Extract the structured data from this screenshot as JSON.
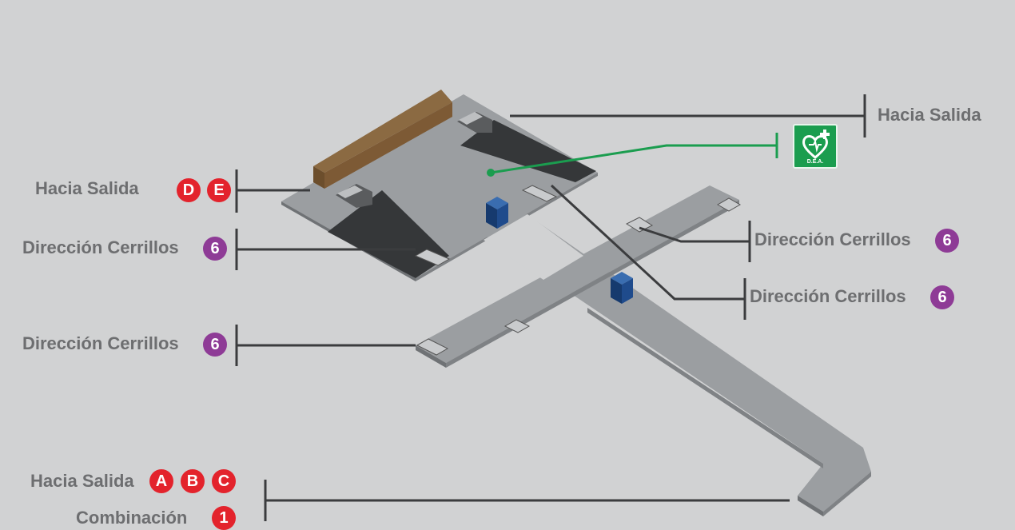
{
  "labels": {
    "exit_top_right": "Hacia  Salida",
    "exit_de": "Hacia Salida",
    "cerrillos_left_1": "Dirección Cerrillos",
    "cerrillos_left_2": "Dirección Cerrillos",
    "cerrillos_right_1": "Dirección Cerrillos",
    "cerrillos_right_2": "Dirección Cerrillos",
    "exit_abc": "Hacia Salida",
    "combination": "Combinación"
  },
  "badges": {
    "d": "D",
    "e": "E",
    "six_l1": "6",
    "six_l2": "6",
    "six_r1": "6",
    "six_r2": "6",
    "a": "A",
    "b": "B",
    "c": "C",
    "one": "1"
  },
  "dea": {
    "text": "D.E.A.",
    "icon": "heart-defibrillator-icon"
  },
  "colors": {
    "background": "#d1d2d3",
    "floor": "#9b9ea1",
    "dark_area": "#353739",
    "wall": "#7d5a35",
    "elevator": "#1f4b8c",
    "line": "#3b3c3e",
    "dea_green": "#1b9d4f",
    "badge_red": "#e3232c",
    "badge_purple": "#8e3b96"
  }
}
